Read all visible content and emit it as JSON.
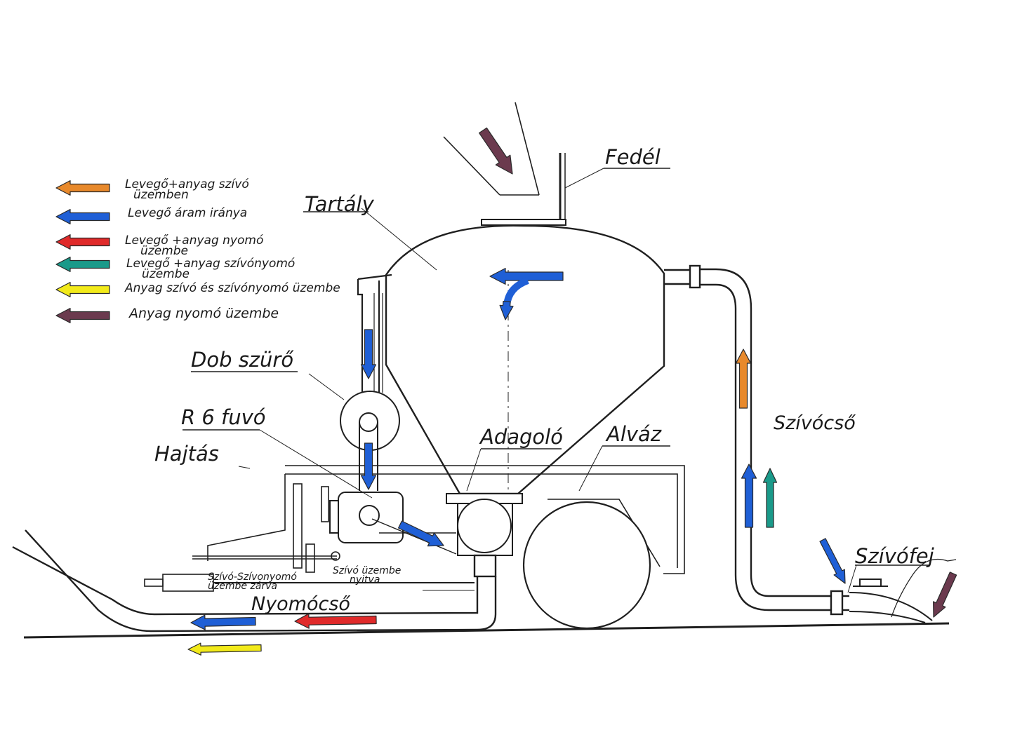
{
  "colors": {
    "line": "#1f1f1f",
    "orange": "#e8892b",
    "blue": "#1f5fd6",
    "red": "#e02a2a",
    "green": "#1a9a8a",
    "yellow": "#f2ea1a",
    "purple": "#6b3a4e"
  },
  "legend": [
    {
      "color": "orange",
      "line1": "Levegő+anyag szívó",
      "line2": "üzemben"
    },
    {
      "color": "blue",
      "line1": "Levegő áram iránya",
      "line2": ""
    },
    {
      "color": "red",
      "line1": "Levegő +anyag nyomó",
      "line2": "üzembe"
    },
    {
      "color": "green",
      "line1": "Levegő +anyag szívónyomó",
      "line2": "üzembe"
    },
    {
      "color": "yellow",
      "line1": "Anyag szívó és szívónyomó üzembe",
      "line2": ""
    },
    {
      "color": "purple",
      "line1": "Anyag nyomó üzembe",
      "line2": ""
    }
  ],
  "labels": {
    "fedel": "Fedél",
    "tartaly": "Tartály",
    "dobszuro": "Dob szürő",
    "r6fuvo": "R 6 fuvó",
    "hajtas": "Hajtás",
    "adagolo": "Adagoló",
    "alvaz": "Alváz",
    "szivocso": "Szívócső",
    "szivofej": "Szívófej",
    "nyomocso": "Nyomócső",
    "valve_closed_1": "Szívó-Szívonyomó",
    "valve_closed_2": "üzembe zárva",
    "valve_open_1": "Szívó üzembe",
    "valve_open_2": "nyitva"
  }
}
